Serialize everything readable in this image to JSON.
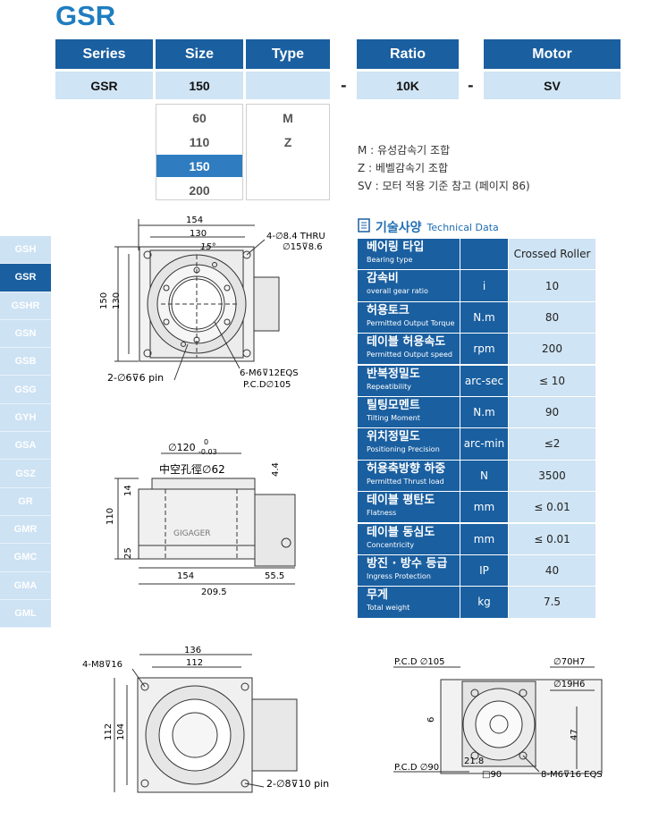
{
  "title": "GSR",
  "header": {
    "series": "Series",
    "size": "Size",
    "type": "Type",
    "ratio": "Ratio",
    "motor": "Motor"
  },
  "selected": {
    "series": "GSR",
    "size": "150",
    "type": "",
    "ratio": "10K",
    "motor": "SV",
    "dash": "-"
  },
  "size_options": [
    "60",
    "110",
    "150",
    "200"
  ],
  "type_options": [
    "M",
    "Z"
  ],
  "notes": [
    "M  : 유성감속기 조합",
    "Z  : 베벨감속기 조합",
    "SV : 모터 적용 기준 참고 (페이지 86)"
  ],
  "sidebar": [
    "GSH",
    "GSR",
    "GSHR",
    "GSN",
    "GSB",
    "GSG",
    "GYH",
    "GSA",
    "GSZ",
    "GR",
    "GMR",
    "GMC",
    "GMA",
    "GML"
  ],
  "tech": {
    "title_ko": "기술사양",
    "title_en": "Technical Data",
    "rows": [
      {
        "k": "베어링 타입",
        "e": "Bearing type",
        "unit": "",
        "value": "Crossed Roller"
      },
      {
        "k": "감속비",
        "e": "overall gear ratio",
        "unit": "i",
        "value": "10"
      },
      {
        "k": "허용토크",
        "e": "Permitted Output Torque",
        "unit": "N.m",
        "value": "80"
      },
      {
        "k": "테이블 허용속도",
        "e": "Permitted Output speed",
        "unit": "rpm",
        "value": "200"
      },
      {
        "k": "반복정밀도",
        "e": "Repeatibility",
        "unit": "arc-sec",
        "value": "≤ 10"
      },
      {
        "k": "틸팅모멘트",
        "e": "Tilting Moment",
        "unit": "N.m",
        "value": "90"
      },
      {
        "k": "위치정밀도",
        "e": "Positioning Precision",
        "unit": "arc-min",
        "value": "≤2"
      },
      {
        "k": "허용축방향 하중",
        "e": "Permitted Thrust load",
        "unit": "N",
        "value": "3500"
      },
      {
        "k": "테이블 평탄도",
        "e": "Flatness",
        "unit": "mm",
        "value": "≤ 0.01"
      },
      {
        "k": "테이블 동심도",
        "e": "Concentricity",
        "unit": "mm",
        "value": "≤ 0.01"
      },
      {
        "k": "방진 · 방수 등급",
        "e": "Ingress Protection",
        "unit": "IP",
        "value": "40"
      },
      {
        "k": "무게",
        "e": "Total weight",
        "unit": "kg",
        "value": "7.5"
      }
    ]
  },
  "drawing_top": {
    "d154": "154",
    "d130": "130",
    "angle": "15°",
    "h150": "150",
    "h130": "130",
    "thru": "4-∅8.4 THRU",
    "cb": "∅15⊽8.6",
    "pin": "2-∅6⊽6 pin",
    "m6": "6-M6⊽12EQS",
    "pcd": "P.C.D∅105"
  },
  "drawing_side": {
    "d120": "∅120",
    "tol_u": "0",
    "tol_l": "-0.03",
    "hollow": "中空孔徑∅62",
    "t44": "4.4",
    "h14": "14",
    "h110": "110",
    "h25": "25",
    "w154": "154",
    "w555": "55.5",
    "w2095": "209.5",
    "brand": "GIGAGER"
  },
  "drawing_bottom": {
    "w136": "136",
    "w112": "112",
    "m8": "4-M8⊽16",
    "h112": "112",
    "h104": "104",
    "pin": "2-∅8⊽10 pin"
  },
  "drawing_motor": {
    "pcd105": "P.C.D ∅105",
    "h7": "∅70H7",
    "h6": "∅19H6",
    "d6": "6",
    "d47": "47",
    "d218": "21.8",
    "pcd90": "P.C.D ∅90",
    "sq90": "□90",
    "m6": "8-M6⊽16 EQS"
  }
}
